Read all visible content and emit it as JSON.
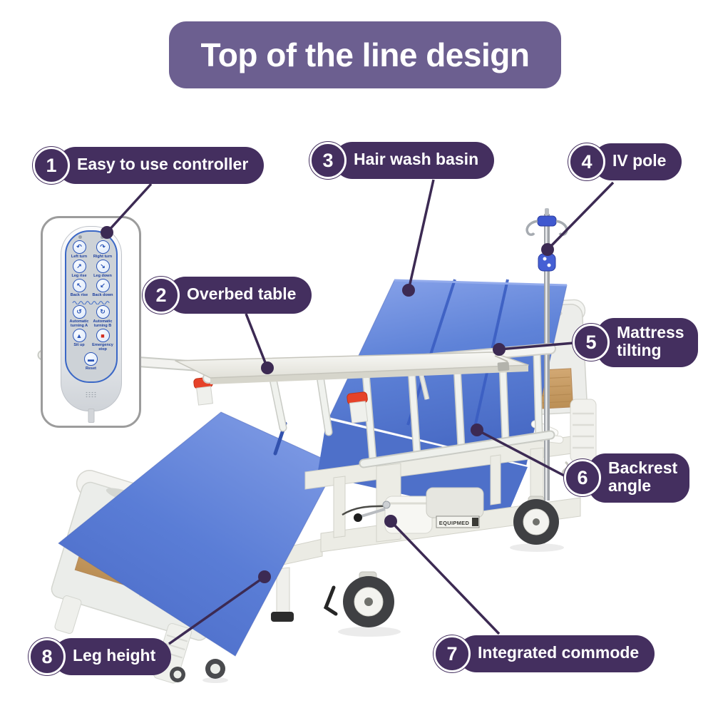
{
  "banner": {
    "title": "Top of the line design"
  },
  "callouts": [
    {
      "number": "1",
      "label": "Easy to use controller"
    },
    {
      "number": "2",
      "label": "Overbed table"
    },
    {
      "number": "3",
      "label": "Hair wash basin"
    },
    {
      "number": "4",
      "label": "IV pole"
    },
    {
      "number": "5",
      "label": "Mattress tilting"
    },
    {
      "number": "6",
      "label": "Backrest angle"
    },
    {
      "number": "7",
      "label": "Integrated commode"
    },
    {
      "number": "8",
      "label": "Leg height"
    }
  ],
  "controller": {
    "buttons": [
      {
        "name": "left-turn",
        "icon": "↶",
        "label": "Left turn"
      },
      {
        "name": "right-turn",
        "icon": "↷",
        "label": "Right turn"
      },
      {
        "name": "leg-rise",
        "icon": "↗",
        "label": "Leg rise"
      },
      {
        "name": "leg-down",
        "icon": "↘",
        "label": "Leg down"
      },
      {
        "name": "back-rise",
        "icon": "↖",
        "label": "Back rise"
      },
      {
        "name": "back-down",
        "icon": "↙",
        "label": "Back down"
      },
      {
        "name": "automatic-turning-a",
        "icon": "↺",
        "label": "Automatic turning A"
      },
      {
        "name": "automatic-turning-b",
        "icon": "↻",
        "label": "Automatic turning B"
      },
      {
        "name": "sit-up",
        "icon": "▲",
        "label": "Sit up"
      },
      {
        "name": "emergency-stop",
        "icon": "■",
        "label": "Emergency stop"
      },
      {
        "name": "reset",
        "icon": "▬",
        "label": "Reset"
      }
    ]
  },
  "bed": {
    "brand": "EQUIPMED"
  },
  "colors": {
    "banner": "#6c5f90",
    "callout": "#442f5f",
    "connector": "#3c2a53",
    "mattress": "#5f83d8"
  }
}
